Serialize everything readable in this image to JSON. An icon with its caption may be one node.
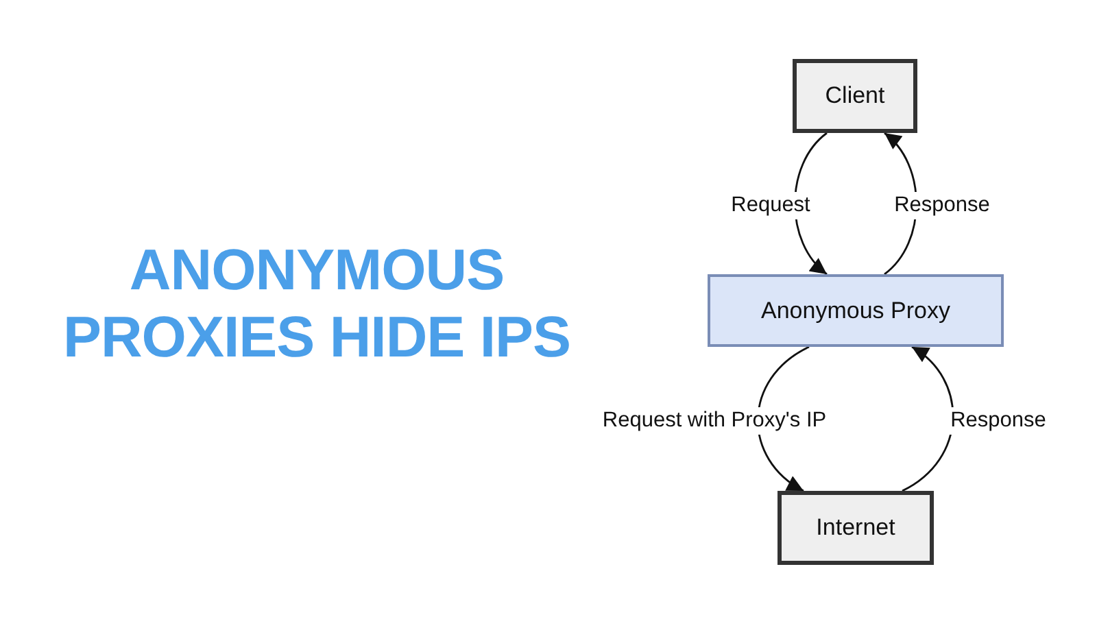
{
  "diagram": {
    "title": "ANONYMOUS PROXIES HIDE IPS",
    "nodes": [
      {
        "text": [
          "Client"
        ]
      },
      {
        "text": [
          "Anonymous Proxy"
        ]
      },
      {
        "text": [
          "Internet"
        ]
      }
    ],
    "edges": [
      {
        "from": 0,
        "to": 1,
        "arrow": "to",
        "label": "Request"
      },
      {
        "from": 1,
        "to": 0,
        "arrow": "to",
        "label": "Response"
      },
      {
        "from": 1,
        "to": 2,
        "arrow": "to",
        "label": "Request with Proxy's IP"
      },
      {
        "from": 2,
        "to": 1,
        "arrow": "to",
        "label": "Response"
      }
    ]
  }
}
